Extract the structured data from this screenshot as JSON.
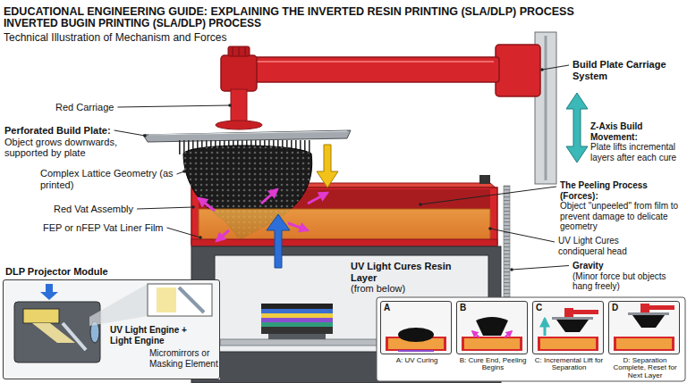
{
  "diagram": {
    "title": "EDUCATIONAL ENGINEERING GUIDE: EXPLAINING THE INVERTED RESIN PRINTING (SLA/DLP) PROCESS",
    "nodes": [
      {
        "text": [
          "DLP Projector Module",
          "UV Light Engine + Light Engine",
          "Micromirrors or Masking Element"
        ]
      },
      {
        "text": [
          "A",
          "A: UV Curing"
        ]
      },
      {
        "text": [
          "B",
          "B: Cure End, Peeling Begins"
        ]
      },
      {
        "text": [
          "C",
          "C: Incremental Lift for Separation"
        ]
      },
      {
        "text": [
          "D",
          "D: Separation Complete, Reset for Next Layer"
        ]
      }
    ],
    "labels": [
      "INVERTED BUGIN PRINTING (SLA/DLP) PROCESS",
      "Technical Illustration of Mechanism and Forces",
      "Red Carriage",
      "Perforated Build Plate:",
      "Object grows downwards, supported by plate",
      "Complex Lattice Geometry (as printed)",
      "Red Vat Assembly",
      "FEP or nFEP Vat Liner Film",
      "Build Plate Carriage System",
      "Z-Axis Build Movement:",
      "Plate lifts incremental layers after each cure",
      "The Peeling Process (Forces):",
      "Object \"unpeeled\" from film to prevent damage to delicate geometry",
      "UV Light Cures condiqueral head",
      "Gravity",
      "(Minor force but objects hang freely)",
      "UV Light Cures Resin Layer",
      "(from below)"
    ]
  }
}
